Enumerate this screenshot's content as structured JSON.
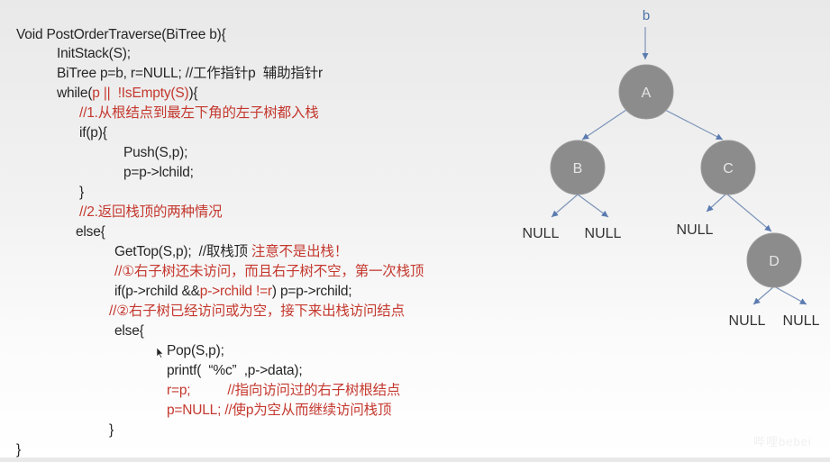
{
  "code": {
    "lines": [
      {
        "text": "Void PostOrderTraverse(BiTree b){"
      },
      {
        "text": "InitStack(S);"
      },
      {
        "text": "BiTree p=b, r=NULL; //工作指针p  辅助指针r"
      },
      {
        "pre": "while(",
        "red": "p ||  !IsEmpty(S)",
        "post": "){"
      },
      {
        "text": "//1.从根结点到最左下角的左子树都入栈"
      },
      {
        "text": "if(p){"
      },
      {
        "text": "Push(S,p);"
      },
      {
        "text": "p=p->lchild;"
      },
      {
        "text": "}"
      },
      {
        "text": "//2.返回栈顶的两种情况"
      },
      {
        "text": "else{"
      },
      {
        "pre": "GetTop(S,p);  //取栈顶 ",
        "red": "注意不是出栈！"
      },
      {
        "text": "//①右子树还未访问，而且右子树不空，第一次栈顶"
      },
      {
        "pre": "if(p->rchild &&",
        "red": "p->rchild !=r",
        "post": ") p=p->rchild;"
      },
      {
        "text": "//②右子树已经访问或为空，接下来出栈访问结点"
      },
      {
        "text": "else{"
      },
      {
        "text": "Pop(S,p);"
      },
      {
        "text": "printf(  “%c”  ,p->data);"
      },
      {
        "text": "r=p;          //指向访问过的右子树根结点"
      },
      {
        "text": "p=NULL; //使p为空从而继续访问栈顶"
      },
      {
        "text": "}"
      },
      {
        "text": "}"
      }
    ]
  },
  "tree": {
    "pointer_label": "b",
    "nodes": {
      "A": "A",
      "B": "B",
      "C": "C",
      "D": "D"
    },
    "null_label": "NULL",
    "colors": {
      "node_fill": "#8c8c8c",
      "node_text": "#e6e6e6",
      "edge": "#7a93b8",
      "pointer_text": "#4a6fa5"
    }
  },
  "watermark": "哔哩bebei"
}
